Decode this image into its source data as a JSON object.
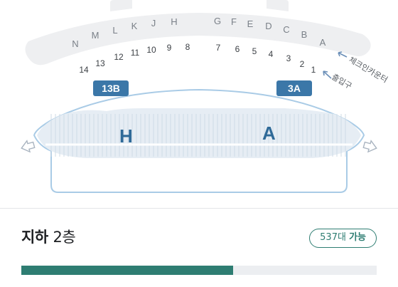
{
  "parking_map": {
    "counter_letters": [
      "N",
      "M",
      "L",
      "K",
      "J",
      "H",
      "G",
      "F",
      "E",
      "D",
      "C",
      "B",
      "A"
    ],
    "counter_numbers": [
      "14",
      "13",
      "12",
      "11",
      "10",
      "9",
      "8",
      "7",
      "6",
      "5",
      "4",
      "3",
      "2",
      "1"
    ],
    "zones": [
      "H",
      "A"
    ],
    "gates": [
      "13B",
      "3A"
    ],
    "checkin_label": "체크인카운터",
    "entrance_label": "출입구"
  },
  "floor": {
    "name": "지하",
    "level": "2층",
    "available_count": "537대",
    "available_label": "가능",
    "occupancy_ratio": 0.595,
    "accent_color": "#2e7d72"
  }
}
